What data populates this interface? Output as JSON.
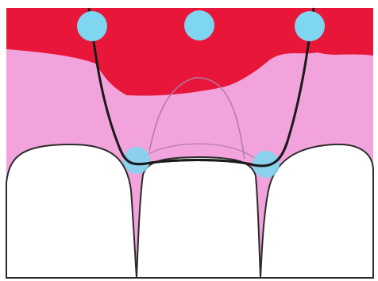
{
  "diagram": {
    "colors": {
      "gum_red": "#e8173a",
      "tissue_pink": "#f3a3dc",
      "tooth_white": "#ffffff",
      "outline": "#2b2b2b",
      "marker_blue": "#7fd6f0",
      "faint_outline": "#b07aa4"
    },
    "elements": [
      "red-gum-band",
      "pink-tissue",
      "left-tooth",
      "middle-tooth",
      "right-tooth",
      "u-shaped-curve",
      "marker-circles"
    ]
  }
}
